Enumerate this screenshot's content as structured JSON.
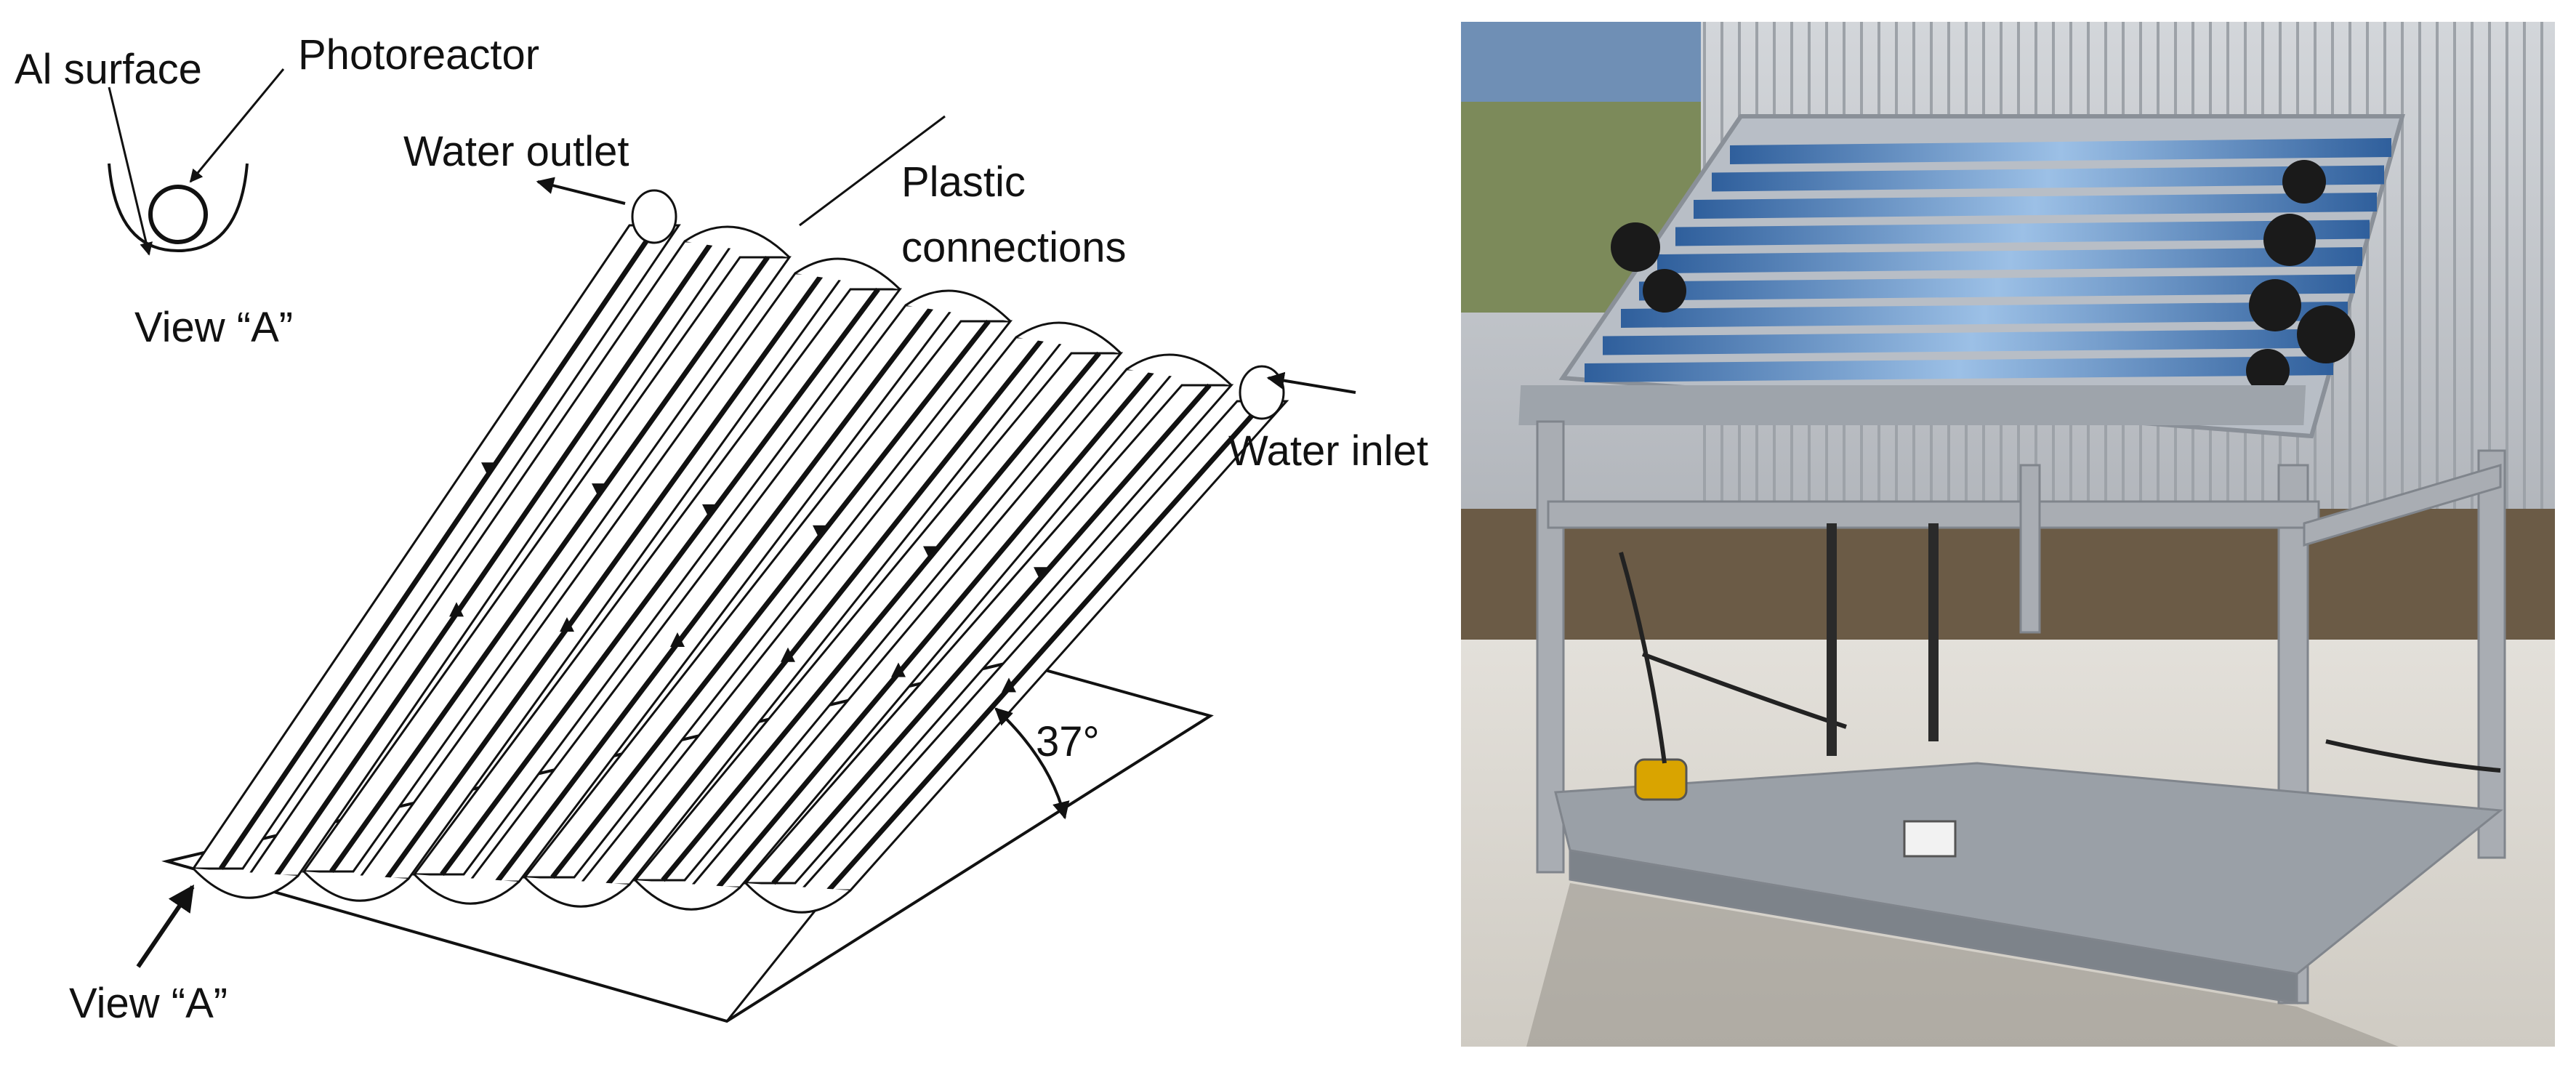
{
  "diagram": {
    "labels": {
      "al_surface": "Al surface",
      "photoreactor": "Photoreactor",
      "view_a_top": "View “A”",
      "water_outlet": "Water outlet",
      "plastic_connections_1": "Plastic",
      "plastic_connections_2": "connections",
      "water_inlet": "Water inlet",
      "angle": "37°",
      "view_a_bottom": "View “A”"
    },
    "tube_count": 12
  },
  "photo": {
    "subject": "Photoreactor on a gray steel frame outdoors"
  },
  "colors": {
    "line": "#111111",
    "frame": "#a9adb3",
    "tube_blue": "#4f7fb8",
    "wall": "#c9ccd0",
    "ground": "#d9d6cf"
  }
}
